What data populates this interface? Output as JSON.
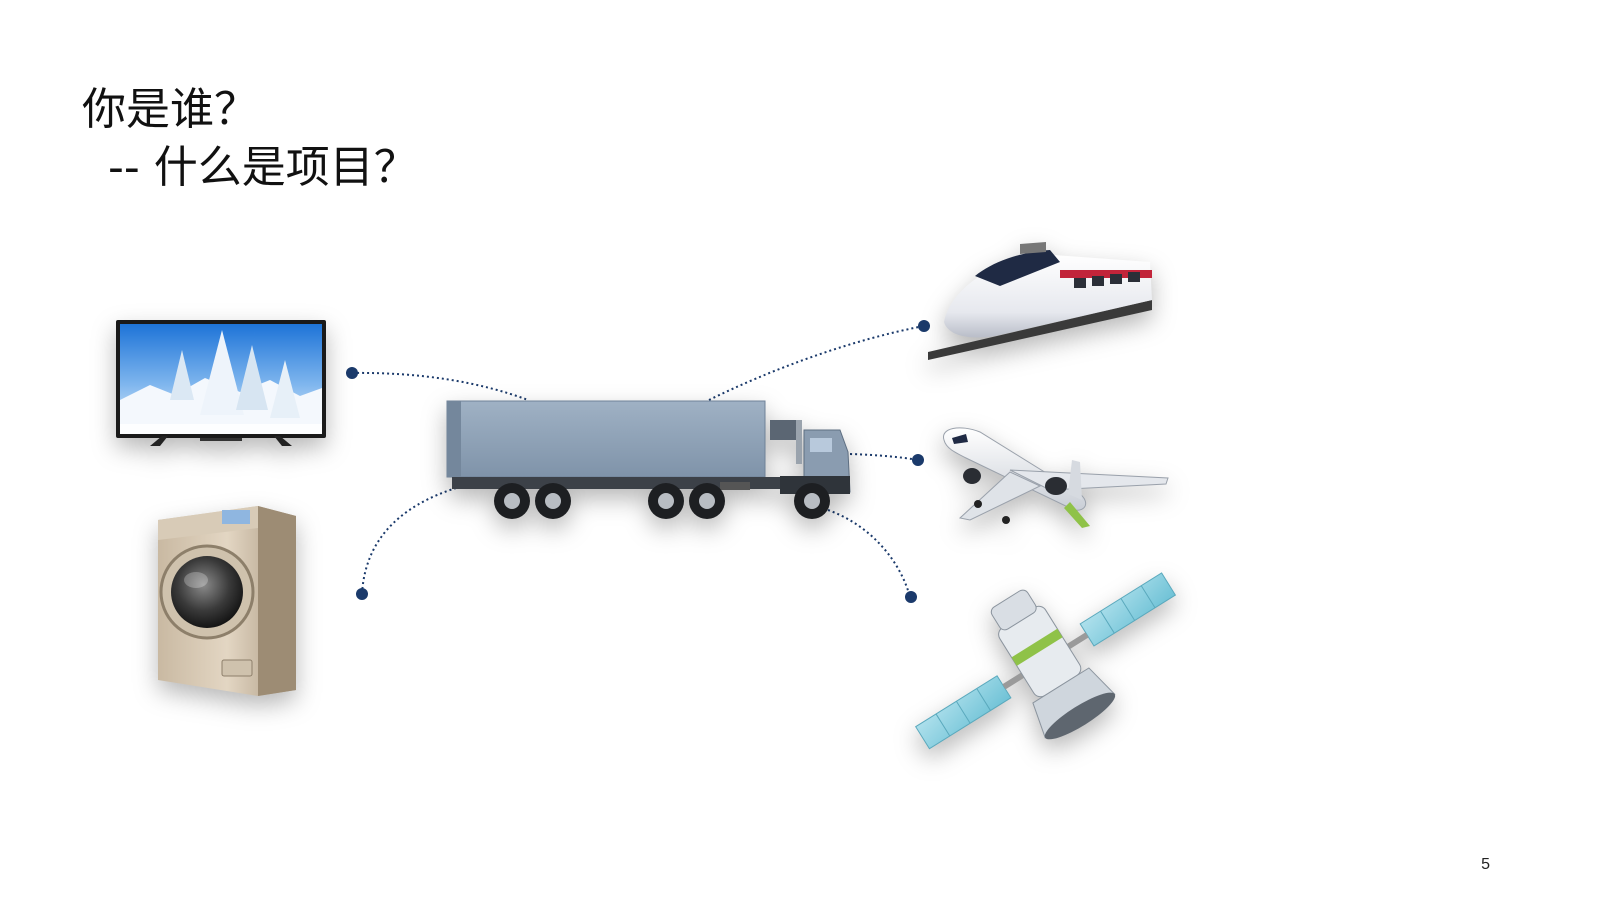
{
  "title": {
    "line1": "你是谁？",
    "line2": "--  什么是项目？"
  },
  "page_number": "5",
  "colors": {
    "connector": "#1b3a6b",
    "truck_body": "#8ea1b6",
    "truck_cab": "#7f93a9"
  },
  "icons": {
    "center": "truck-icon",
    "left": [
      "television-icon",
      "washing-machine-icon"
    ],
    "right": [
      "high-speed-train-icon",
      "airplane-icon",
      "spacecraft-icon"
    ]
  }
}
